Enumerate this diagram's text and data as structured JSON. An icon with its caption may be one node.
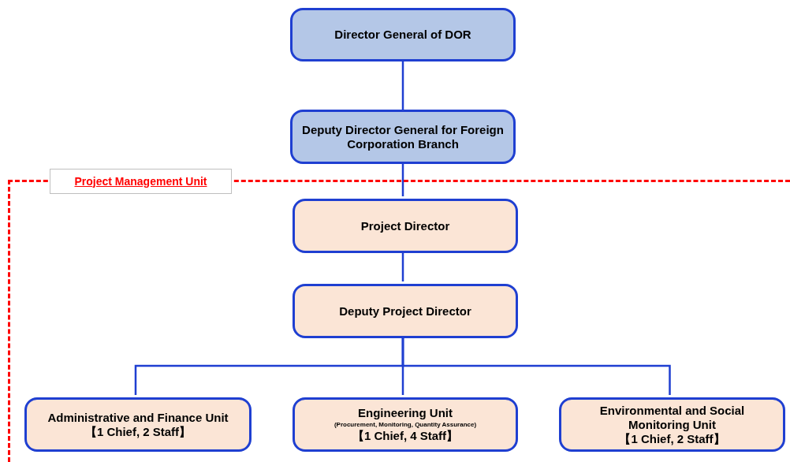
{
  "diagram": {
    "nodes": [
      {
        "text": [
          "Director General of DOR"
        ]
      },
      {
        "text": [
          "Deputy Director General for Foreign Corporation Branch"
        ]
      },
      {
        "text": [
          "Project Management Unit"
        ]
      },
      {
        "text": [
          "Project Director"
        ],
        "in": 2
      },
      {
        "text": [
          "Deputy Project Director"
        ],
        "in": 2
      },
      {
        "text": [
          "Administrative and Finance Unit",
          "【1 Chief, 2 Staff】"
        ],
        "in": 2
      },
      {
        "text": [
          "Engineering Unit",
          "(Procurement, Monitoring, Quantity Assurance)",
          "【1 Chief, 4 Staff】"
        ],
        "in": 2
      },
      {
        "text": [
          "Environmental and Social Monitoring Unit",
          "【1 Chief, 2 Staff】"
        ],
        "in": 2
      }
    ],
    "edges": [
      {
        "from": 0,
        "to": 1,
        "arrow": "none"
      },
      {
        "from": 1,
        "to": 3,
        "arrow": "none"
      },
      {
        "from": 3,
        "to": 4,
        "arrow": "none"
      },
      {
        "from": 4,
        "to": 5,
        "arrow": "none"
      },
      {
        "from": 4,
        "to": 6,
        "arrow": "none"
      },
      {
        "from": 4,
        "to": 7,
        "arrow": "none"
      }
    ]
  }
}
